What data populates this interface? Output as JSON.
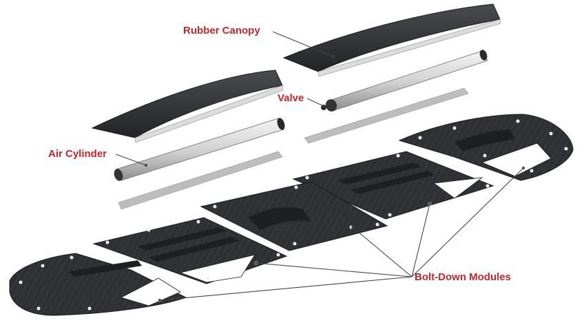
{
  "colors": {
    "label": "#c1272d",
    "leader": "#444444",
    "part_dark": "#2f3033",
    "part_edge": "#1b1b1d",
    "part_light": "#dcdcdc",
    "strip": "#bdbdbd",
    "bolt": "#f2f2f2"
  },
  "labels": {
    "rubber_canopy": "Rubber Canopy",
    "valve": "Valve",
    "air_cylinder": "Air Cylinder",
    "bolt_down_modules": "Bolt-Down Modules"
  }
}
